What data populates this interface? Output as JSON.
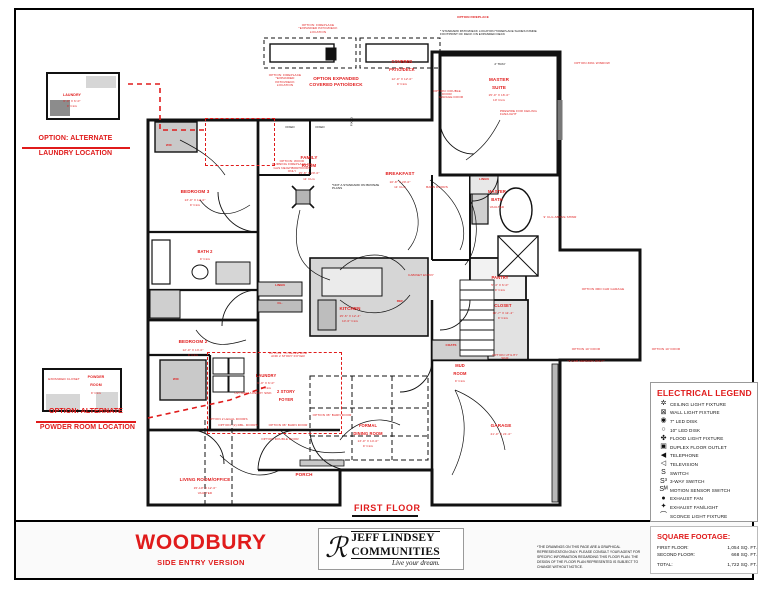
{
  "sheet": {
    "plan_name": "WOODBURY",
    "plan_variant": "SIDE ENTRY VERSION",
    "floor_label": "FIRST FLOOR"
  },
  "logo": {
    "monogram": "JL",
    "line1": "JEFF LINDSEY",
    "line2": "COMMUNITIES",
    "tagline": "Live your dream."
  },
  "square_footage": {
    "title": "SQUARE FOOTAGE:",
    "rows": [
      {
        "label": "FIRST FLOOR:",
        "value": "1,054 SQ. FT."
      },
      {
        "label": "SECOND FLOOR:",
        "value": "668 SQ. FT."
      },
      {
        "label": "TOTAL:",
        "value": "1,722 SQ. FT."
      }
    ]
  },
  "disclaimer": "*THE DRAWINGS ON THIS PAGE ARE A GRAPHICAL REPRESENTATION ONLY. PLEASE CONSULT YOUR AGENT FOR SPECIFIC INFORMATION REGARDING THIS FLOOR PLAN. THE DESIGN OF THE FLOOR PLAN REPRESENTED IS SUBJECT TO CHANGE WITHOUT NOTICE.",
  "electrical_legend": {
    "title": "ELECTRICAL LEGEND",
    "items": [
      {
        "symbol": "✲",
        "label": "CEILING LIGHT FIXTURE",
        "icon": "ceiling-light-icon"
      },
      {
        "symbol": "⊠",
        "label": "WALL LIGHT FIXTURE",
        "icon": "wall-light-icon"
      },
      {
        "symbol": "◉",
        "label": "7\" LED DISK",
        "icon": "led-disk-7-icon"
      },
      {
        "symbol": "○",
        "label": "10\" LED DISK",
        "icon": "led-disk-10-icon"
      },
      {
        "symbol": "✤",
        "label": "FLOOD LIGHT FIXTURE",
        "icon": "flood-light-icon"
      },
      {
        "symbol": "▣",
        "label": "DUPLEX FLOOR OUTLET",
        "icon": "floor-outlet-icon"
      },
      {
        "symbol": "◀",
        "label": "TELEPHONE",
        "icon": "telephone-icon"
      },
      {
        "symbol": "◁",
        "label": "TELEVISION",
        "icon": "television-icon"
      },
      {
        "symbol": "S",
        "label": "SWITCH",
        "icon": "switch-icon"
      },
      {
        "symbol": "S³",
        "label": "3-WAY SWITCH",
        "icon": "three-way-switch-icon"
      },
      {
        "symbol": "Sᴹ",
        "label": "MOTION SENSOR SWITCH",
        "icon": "motion-sensor-switch-icon"
      },
      {
        "symbol": "●",
        "label": "EXHAUST FAN",
        "icon": "exhaust-fan-icon"
      },
      {
        "symbol": "✦",
        "label": "EXHAUST FAN/LIGHT",
        "icon": "exhaust-fan-light-icon"
      },
      {
        "symbol": "⌒",
        "label": "SCONCE LIGHT FIXTURE",
        "icon": "sconce-light-icon"
      }
    ]
  },
  "callouts": [
    {
      "id": "alt-laundry",
      "line1": "OPTION: ALTERNATE",
      "line2": "LAUNDRY LOCATION"
    },
    {
      "id": "alt-powder",
      "line1": "OPTION: ALTERNATE",
      "line2": "POWDER ROOM LOCATION"
    }
  ],
  "inset_plans": {
    "laundry": {
      "room": "LAUNDRY",
      "size": "6'-0\" X 6'-0\"",
      "clg": "9' CLG"
    },
    "powder": {
      "room1": "POWDER",
      "room2": "ROOM",
      "clg": "9' CLG",
      "note": "EXPANDED CLOSET"
    }
  },
  "rooms": [
    {
      "name": "MASTER SUITE",
      "lines": [
        "MASTER",
        "SUITE"
      ],
      "size": "15'-0\" X 16'-0\"",
      "clg": "10' CLG"
    },
    {
      "name": "MASTER BATH",
      "lines": [
        "MASTER",
        "BATH"
      ],
      "size": "",
      "clg": "VAULTED"
    },
    {
      "name": "CLOSET",
      "lines": [
        "CLOSET"
      ],
      "size": "10'-7\" X 11'-4\"",
      "clg": "9' CLG"
    },
    {
      "name": "FAMILY ROOM",
      "lines": [
        "FAMILY",
        "ROOM"
      ],
      "size": "15'-8\" X 20'-0\"",
      "clg": "11' CLG"
    },
    {
      "name": "BREAKFAST",
      "lines": [
        "BREAKFAST"
      ],
      "size": "10'-8\" X 20'-0\"",
      "clg": "11' CLG"
    },
    {
      "name": "KITCHEN",
      "lines": [
        "KITCHEN"
      ],
      "size": "15'-6\" X 12'-4\"",
      "clg": "10'-6\" CLG"
    },
    {
      "name": "PANTRY",
      "lines": [
        "PANTRY"
      ],
      "size": "5'-4\" X 6'-0\"",
      "clg": "9' CLG"
    },
    {
      "name": "BEDROOM 3",
      "lines": [
        "BEDROOM 3"
      ],
      "size": "13'-0\" X 12'-0\"",
      "clg": "9' CLG"
    },
    {
      "name": "BEDROOM 2",
      "lines": [
        "BEDROOM 2"
      ],
      "size": "12'-0\" X 13'-0\"",
      "clg": "9' CLG"
    },
    {
      "name": "BATH 2",
      "lines": [
        "BATH 2"
      ],
      "size": "",
      "clg": "9' CLG"
    },
    {
      "name": "LAUNDRY",
      "lines": [
        "LAUNDRY"
      ],
      "size": "6'-0\" X 6'-0\"",
      "clg": "9' CLG"
    },
    {
      "name": "LIVING ROOM/OFFICE",
      "lines": [
        "LIVING ROOM/OFFICE"
      ],
      "size": "15'-10\" X 12'-0\"",
      "clg": "VAULTED"
    },
    {
      "name": "FORMAL DINING ROOM",
      "lines": [
        "FORMAL",
        "DINING ROOM"
      ],
      "size": "13'-0\" X 14'-0\"",
      "clg": "9' CLG"
    },
    {
      "name": "2 STORY FOYER",
      "lines": [
        "2 STORY",
        "FOYER"
      ],
      "size": "",
      "clg": ""
    },
    {
      "name": "MUD ROOM",
      "lines": [
        "MUD",
        "ROOM"
      ],
      "size": "",
      "clg": "9' CLG"
    },
    {
      "name": "GARAGE",
      "lines": [
        "GARAGE"
      ],
      "size": "21'-0\" X 21'-0\"",
      "clg": ""
    },
    {
      "name": "PORCH",
      "lines": [
        "PORCH"
      ],
      "size": "",
      "clg": ""
    },
    {
      "name": "COVERED PATIO/DECK",
      "lines": [
        "COVERED",
        "PATIO/DECK"
      ],
      "size": "12'-0\" X 12'-0\"",
      "clg": "9' CLG"
    }
  ],
  "small_labels": {
    "wic_master": "WIC",
    "wic_bed2": "WIC",
    "wic_bed3": "WIC",
    "linen": "LINEN",
    "linen2": "LINEN",
    "closet": "CL.",
    "ref": "REF",
    "coats": "COATS",
    "cabinet_entry": "CABINET ENTRY",
    "fixed1": "FIXED",
    "fixed2": "FIXED",
    "fixed3": "FIXED",
    "barn_doors": "BARN DOORS",
    "garage_door": "GARAGE DOOR",
    "tray": "2' TRAY",
    "clg_above_shwr": "9' CLG ABOVE SHWR",
    "prewire_fan": "PREWIRE FOR CEILING FAN/LIGHT",
    "not_standard_bronze": "*NOT A STANDARD ON BRONZE PLANS",
    "expanded_closet": "EXPANDED CLOSET"
  },
  "options": [
    {
      "id": "opt-fireplace-top-left",
      "text": "OPTION: FIREPLACE *EXPANDED PATIO/DECK LOCATION"
    },
    {
      "id": "opt-fireplace-left",
      "text": "OPTION: FIREPLACE *EXPANDED PATIO/DECK LOCATION"
    },
    {
      "id": "opt-fireplace-right",
      "text": "OPTION FIREPLACE"
    },
    {
      "id": "opt-fireplace-note",
      "text": "* STANDARD PATIO/DECK LOCATION *FIREPLACE SLIDES INSIDE FOOTPRINT OF DECK ON EXPANDED DECK"
    },
    {
      "id": "opt-expanded-patio",
      "text": "OPTION EXPANDED COVERED PATIO/DECK",
      "sub": "12'-0\" X 12'-0\" 9' CLG"
    },
    {
      "id": "opt-wood-fireplace",
      "text": "OPTION: WOOD BURNING FIREPLACE *IN GAS NEIGHBORHOODS ONLY"
    },
    {
      "id": "opt-double-door-master",
      "text": "OPTION: DOUBLE DOOR"
    },
    {
      "id": "opt-3061-window",
      "text": "OPTION 3061 WINDOW"
    },
    {
      "id": "opt-3rd-car-garage",
      "text": "OPTION 3RD CAR GARAGE"
    },
    {
      "id": "opt-10-door-a",
      "text": "OPTION 10' DOOR",
      "sub": "*3 CAR VERSION ONLY*"
    },
    {
      "id": "opt-10-door-b",
      "text": "OPTION 10' DOOR"
    },
    {
      "id": "opt-utility-sink",
      "text": "OPTION UTILITY SINK"
    },
    {
      "id": "opt-laundry-sink",
      "text": "OPTION LAUNDRY SINK"
    },
    {
      "id": "opt-dbl-doors",
      "text": "OPTION: (2) DBL. DOORS"
    },
    {
      "id": "opt-barn-door",
      "text": "OPTION 36\" BARN DOOR"
    },
    {
      "id": "opt-double-door-foyer",
      "text": "OPTION DOUBLE DOOR"
    },
    {
      "id": "opt-barn-door-2",
      "text": "OPTION 36\" BARN DOOR"
    },
    {
      "id": "opt-legal-door",
      "text": "OPTION 2 LEGAL DOORS"
    },
    {
      "id": "opt-to-leave-mud",
      "text": "OPTION: TO LEAVE MUD AND 2 STORY FOYER"
    }
  ],
  "colors": {
    "red": "#e01b1b",
    "wall": "#111111",
    "gray_fill": "#d6d6d6",
    "light_fill": "#ebebeb"
  }
}
